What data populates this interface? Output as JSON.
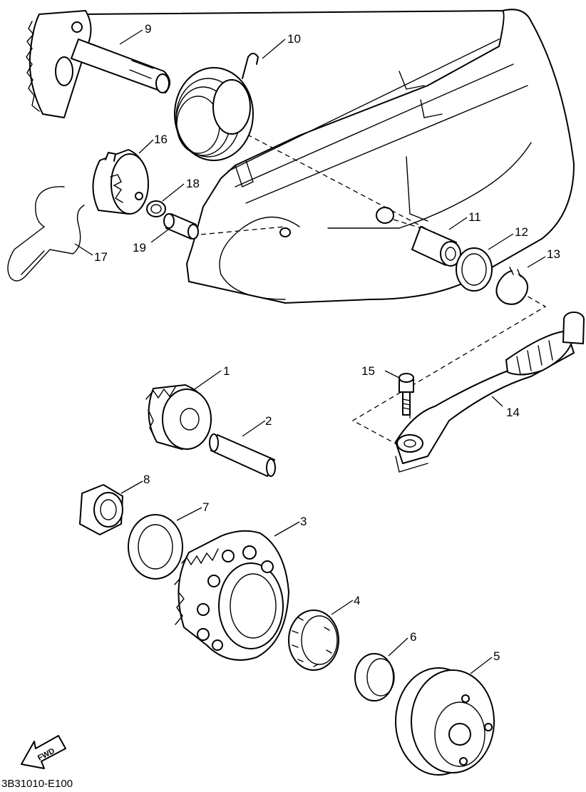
{
  "diagram": {
    "parts": [
      {
        "id": "p1",
        "label": "1"
      },
      {
        "id": "p2",
        "label": "2"
      },
      {
        "id": "p3",
        "label": "3"
      },
      {
        "id": "p4",
        "label": "4"
      },
      {
        "id": "p5",
        "label": "5"
      },
      {
        "id": "p6",
        "label": "6"
      },
      {
        "id": "p7",
        "label": "7"
      },
      {
        "id": "p8",
        "label": "8"
      },
      {
        "id": "p9",
        "label": "9"
      },
      {
        "id": "p10",
        "label": "10"
      },
      {
        "id": "p11",
        "label": "11"
      },
      {
        "id": "p12",
        "label": "12"
      },
      {
        "id": "p13",
        "label": "13"
      },
      {
        "id": "p14",
        "label": "14"
      },
      {
        "id": "p15",
        "label": "15"
      },
      {
        "id": "p16",
        "label": "16"
      },
      {
        "id": "p17",
        "label": "17"
      },
      {
        "id": "p18",
        "label": "18"
      },
      {
        "id": "p19",
        "label": "19"
      }
    ],
    "fwd_label": "FWD",
    "drawing_code": "3B31010-E100"
  }
}
